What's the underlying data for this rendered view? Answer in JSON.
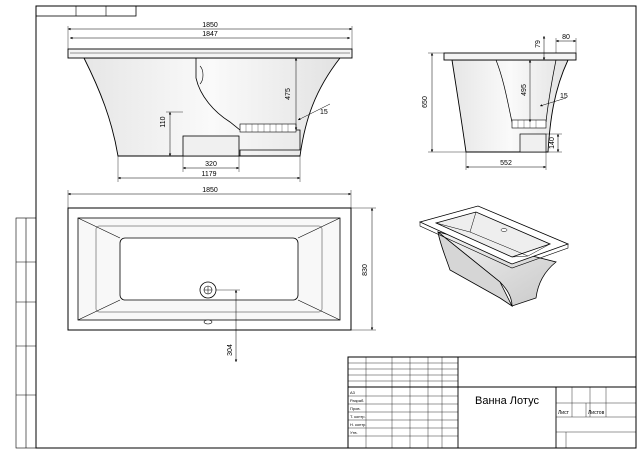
{
  "title_block": {
    "drawing_title": "Ванна Лотус",
    "format": "А3",
    "rows": [
      "Разраб.",
      "Пров.",
      "Т. контр.",
      "Н. контр.",
      "Утв."
    ],
    "sheet_label": "Лист",
    "sheets_label": "Листов"
  },
  "front_view": {
    "overall_width": "1850",
    "inner_width": "1847",
    "height_475": "475",
    "angle_15": "15",
    "height_110": "110",
    "base_320": "320",
    "base_1179": "1179"
  },
  "side_view": {
    "rim_79": "79",
    "rim_80": "80",
    "height_650": "650",
    "depth_495": "495",
    "angle_15": "15",
    "base_140": "140",
    "base_552": "552"
  },
  "top_view": {
    "length": "1850",
    "width": "830",
    "drain_offset": "304"
  }
}
